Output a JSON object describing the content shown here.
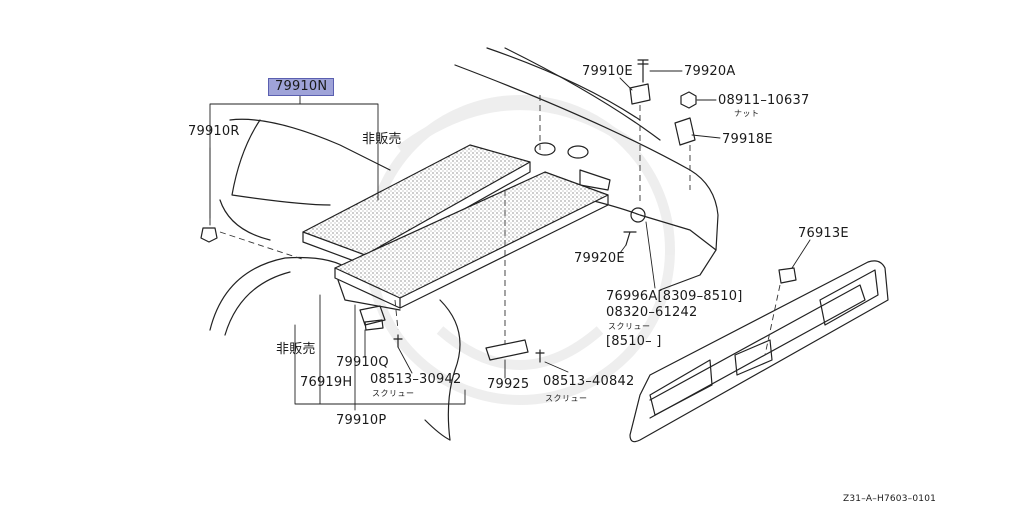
{
  "diagram": {
    "highlighted_part": "79910N",
    "watermark": "samurai-crest-watermark",
    "parts": {
      "p79910R": "79910R",
      "not_for_sale_top": "非販売",
      "not_for_sale_left": "非販売",
      "p79910E": "79910E",
      "p79920A": "79920A",
      "p08911": "08911–10637",
      "p08911_sub": "ナット",
      "p79918E": "79918E",
      "p79920E": "79920E",
      "p76913E": "76913E",
      "p76996A": "76996A[8309–8510]",
      "p08320": "08320–61242",
      "p08320_sub": "スクリュー",
      "p08320_range": "[8510–    ]",
      "p79910Q": "79910Q",
      "p76919H": "76919H",
      "p08513a": "08513–30942",
      "p08513a_sub": "スクリュー",
      "p79925": "79925",
      "p08513b": "08513–40842",
      "p08513b_sub": "スクリュー",
      "p79910P": "79910P"
    },
    "footer_code": "Z31–A–H7603–0101"
  }
}
